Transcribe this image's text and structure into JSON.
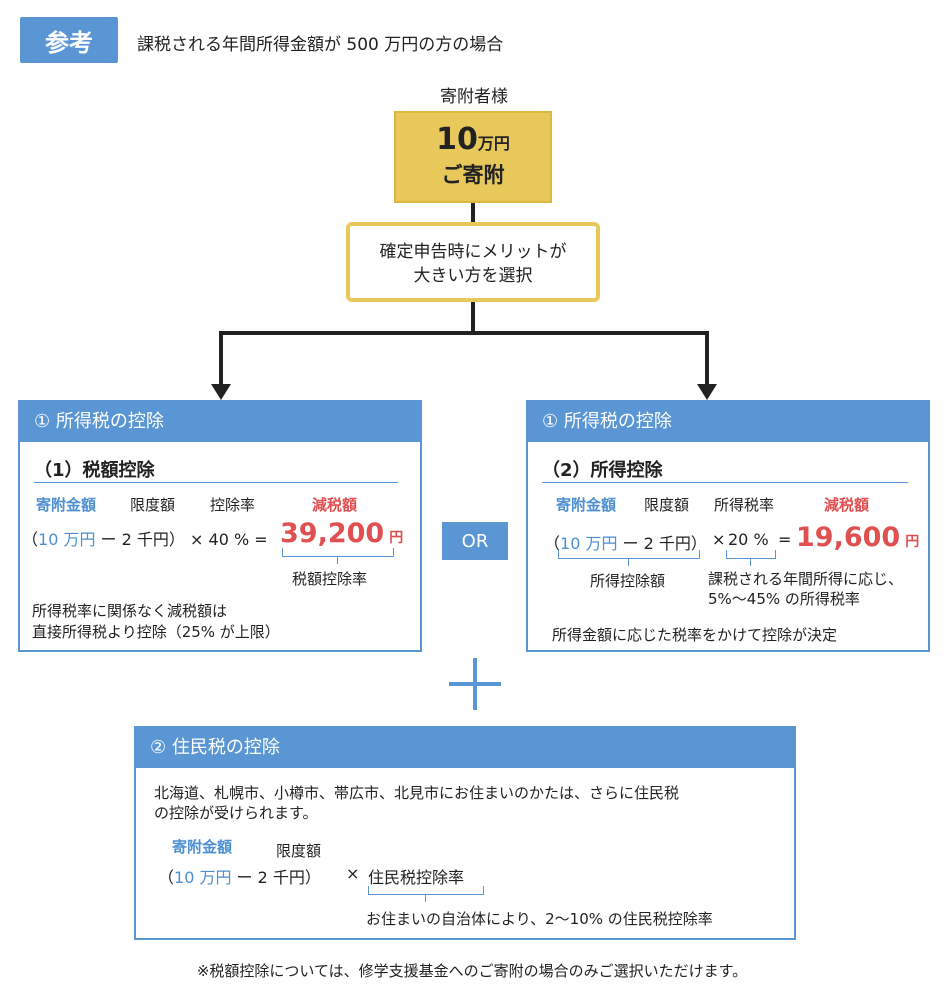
{
  "header": {
    "badge": "参考",
    "title": "課税される年間所得金額が 500 万円の方の場合"
  },
  "donor": {
    "label": "寄附者様",
    "amount": "10",
    "amount_unit": "万円",
    "action": "ご寄附"
  },
  "choose_box": {
    "line1": "確定申告時にメリットが",
    "line2": "大きい方を選択"
  },
  "left_panel": {
    "header": "① 所得税の控除",
    "title": "（1）税額控除",
    "label_donation": "寄附金額",
    "label_limit": "限度額",
    "label_rate": "控除率",
    "label_reduction": "減税額",
    "paren_open": "（",
    "donation_amount": "10 万円",
    "minus_limit": " ー 2 千円）",
    "times_rate": "× 40 % =",
    "result": "39,200",
    "result_unit": "円",
    "bracket_label": "税額控除率",
    "note_line1": "所得税率に関係なく減税額は",
    "note_line2": "直接所得税より控除（25% が上限）"
  },
  "or_label": "OR",
  "right_panel": {
    "header": "① 所得税の控除",
    "title": "（2）所得控除",
    "label_donation": "寄附金額",
    "label_limit": "限度額",
    "label_rate": "所得税率",
    "label_reduction": "減税額",
    "paren_open": "（",
    "donation_amount": "10 万円",
    "minus_limit": " ー 2 千円）",
    "times": "×",
    "rate": "20 %",
    "equals": "=",
    "result": "19,600",
    "result_unit": "円",
    "bracket_label_left": "所得控除額",
    "bracket_label_right1": "課税される年間所得に応じ、",
    "bracket_label_right2": "5%～45% の所得税率",
    "note": "所得金額に応じた税率をかけて控除が決定"
  },
  "resident_panel": {
    "header": "② 住民税の控除",
    "desc_line1": "北海道、札幌市、小樽市、帯広市、北見市にお住まいのかたは、さらに住民税",
    "desc_line2": "の控除が受けられます。",
    "label_donation": "寄附金額",
    "label_limit": "限度額",
    "paren_open": "（",
    "donation_amount": "10 万円",
    "minus_limit": " ー 2 千円）",
    "times": "×",
    "rate_label": "住民税控除率",
    "bracket_label": "お住まいの自治体により、2～10% の住民税控除率"
  },
  "footnote": "※税額控除については、修学支援基金へのご寄附の場合のみご選択いただけます。",
  "colors": {
    "accent_blue": "#5b96d4",
    "accent_yellow": "#e8c85a",
    "highlight_red": "#e05050"
  }
}
